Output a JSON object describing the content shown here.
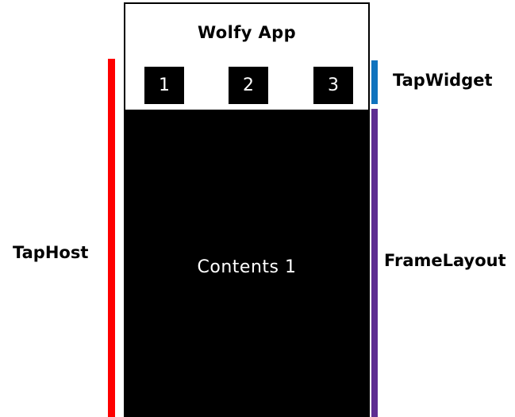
{
  "app": {
    "title": "Wolfy App",
    "frame": {
      "border_color": "#000000",
      "background": "#ffffff"
    },
    "tab_widget": {
      "tabs": [
        {
          "label": "1",
          "selected": true
        },
        {
          "label": "2",
          "selected": false
        },
        {
          "label": "3",
          "selected": false
        }
      ],
      "tab_background": "#000000",
      "tab_text_color": "#ffffff"
    },
    "frame_layout": {
      "content_label": "Contents 1",
      "background": "#000000",
      "text_color": "#ffffff"
    }
  },
  "annotations": [
    {
      "id": "taphost",
      "label": "TapHost",
      "color": "#FE0000",
      "side": "left"
    },
    {
      "id": "tapwidget",
      "label": "TapWidget",
      "color": "#1073BE",
      "side": "right"
    },
    {
      "id": "framelayout",
      "label": "FrameLayout",
      "color": "#5E2D91",
      "side": "right"
    }
  ],
  "page": {
    "background": "#ffffff"
  }
}
